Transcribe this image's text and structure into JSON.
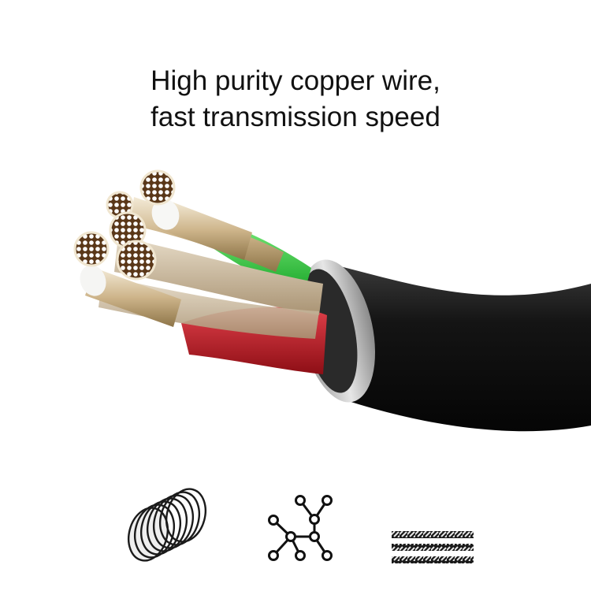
{
  "headline": {
    "line1": "High purity copper wire,",
    "line2": "fast transmission speed"
  },
  "product_image": {
    "subject": "cutaway-usb-cable",
    "jacket_color": "#0a0a0a",
    "ferrule_color": "#c9c9c9",
    "wire_colors": {
      "green": "#2fc43a",
      "red": "#c3151f",
      "copper": "#c9a36a",
      "shield": "#d8cdbb"
    }
  },
  "feature_icons": [
    {
      "name": "coiled-strands-icon"
    },
    {
      "name": "network-nodes-icon"
    },
    {
      "name": "braided-lines-icon"
    }
  ]
}
